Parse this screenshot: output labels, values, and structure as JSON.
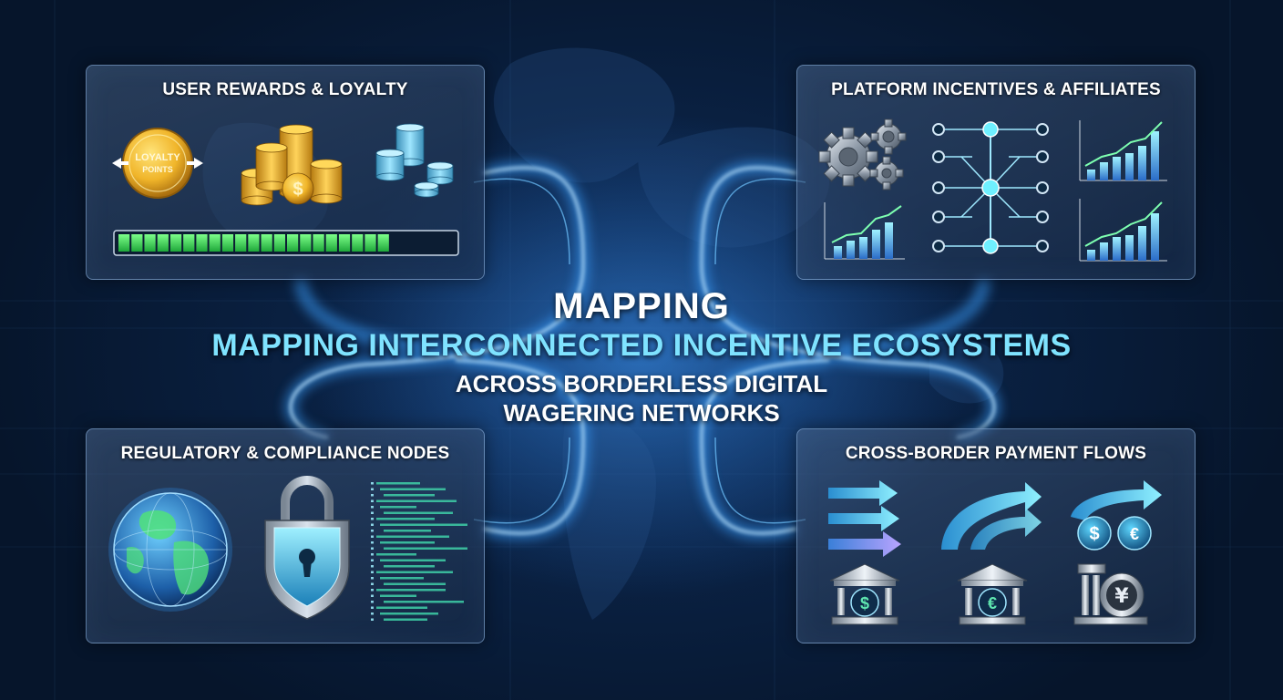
{
  "headline": {
    "kicker": "MAPPING",
    "title": "MAPPING INTERCONNECTED INCENTIVE ECOSYSTEMS",
    "subtitle_line1": "ACROSS BORDERLESS DIGITAL",
    "subtitle_line2": "WAGERING NETWORKS"
  },
  "panels": {
    "rewards": {
      "title": "USER REWARDS & LOYALTY",
      "coin_label_line1": "LOYALTY",
      "coin_label_line2": "POINTS",
      "progress": 0.82,
      "icons": [
        "loyalty-points-coin-icon",
        "gold-coin-stack-icon",
        "blue-token-stack-icon"
      ]
    },
    "platform": {
      "title": "PLATFORM INCENTIVES & AFFILIATES",
      "icons": [
        "gears-icon",
        "affiliate-network-icon",
        "growth-chart-icon"
      ]
    },
    "regulatory": {
      "title": "REGULATORY & COMPLIANCE NODES",
      "icons": [
        "globe-icon",
        "shield-lock-icon",
        "code-log-icon"
      ]
    },
    "payments": {
      "title": "CROSS-BORDER PAYMENT FLOWS",
      "currency_symbols": [
        "$",
        "€",
        "¥"
      ],
      "icons": [
        "flow-arrows-icon",
        "curved-arrows-icon",
        "currency-exchange-icon",
        "bank-icon"
      ]
    }
  },
  "colors": {
    "background": "#081a33",
    "accent_cyan": "#7fe3ff",
    "glow_blue": "#4aa8ff",
    "progress_green": "#3fd85a",
    "gold": "#f0b52a"
  }
}
